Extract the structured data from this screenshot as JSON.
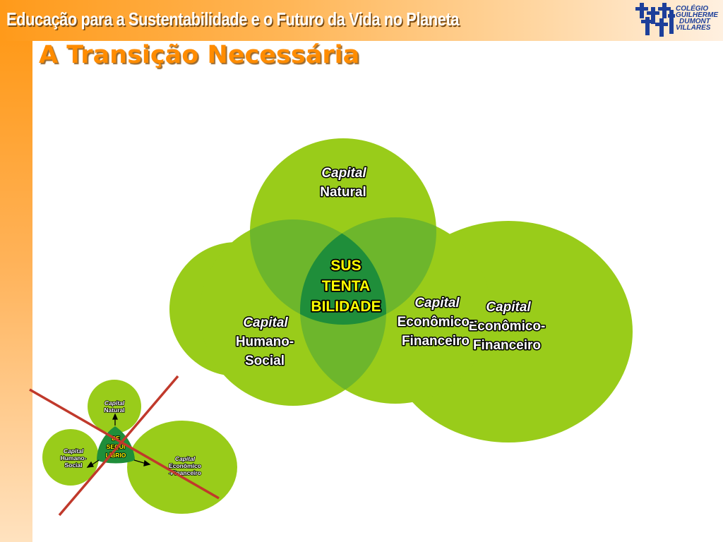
{
  "header": {
    "title": "Educação para a Sustentabilidade e o Futuro da Vida no Planeta"
  },
  "slide": {
    "title": "A Transição Necessária"
  },
  "logo": {
    "lines": [
      "COLÉGIO",
      "GUILHERME",
      "DUMONT",
      "VILLARES"
    ]
  },
  "diagram": {
    "natural": {
      "line1": "Capital",
      "line2": "Natural"
    },
    "humano": {
      "line1": "Capital",
      "line2": "Humano-",
      "line3": "Social"
    },
    "economico": {
      "line1": "Capital",
      "line2": "Econômico-",
      "line3": "Financeiro"
    },
    "economico_shadow": {
      "line1": "Capital",
      "line2": "Econômico-",
      "line3": "Financeiro"
    },
    "center": {
      "line1": "SUS",
      "line2": "TENTA",
      "line3": "BILIDADE"
    }
  },
  "old_model": {
    "natural": {
      "line1": "Capital",
      "line2": "Natural"
    },
    "humano": {
      "line1": "Capital",
      "line2": "Humano-",
      "line3": "Social"
    },
    "economico": {
      "line1": "Capital",
      "line2": "Econômico",
      "line3": "-Financeiro"
    },
    "center": {
      "line1": "DE",
      "line2": "SEQUI",
      "line3": "LÍBRIO"
    }
  },
  "colors": {
    "header_orange": "#ff9a1a",
    "title_orange": "#ff8c00",
    "circle_green": "#99cc1a",
    "overlap_green": "#6db62c",
    "center_green": "#1f8e3a",
    "cross_red": "#c0392b",
    "logo_blue": "#1d3f9a"
  }
}
